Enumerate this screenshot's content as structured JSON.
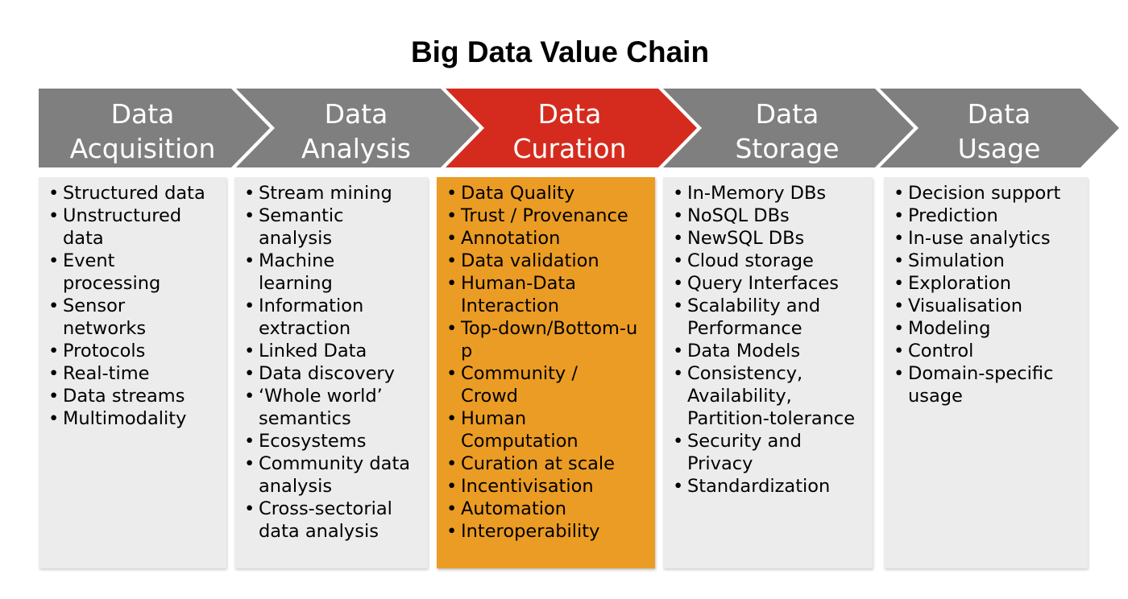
{
  "title": "Big Data Value Chain",
  "colors": {
    "stage_gray": "#7f7f7f",
    "stage_highlight": "#d52b1e",
    "panel_gray": "#ececec",
    "panel_highlight": "#eb9c24"
  },
  "stages": [
    {
      "line1": "Data",
      "line2": "Acquisition",
      "items": [
        "Structured data",
        "Unstructured data",
        "Event processing",
        "Sensor networks",
        "Protocols",
        "Real-time",
        "Data streams",
        "Multimodality"
      ]
    },
    {
      "line1": "Data",
      "line2": "Analysis",
      "items": [
        "Stream mining",
        "Semantic analysis",
        "Machine learning",
        "Information extraction",
        "Linked Data",
        "Data discovery",
        "‘Whole world’ semantics",
        "Ecosystems",
        "Community data analysis",
        "Cross-sectorial data analysis"
      ]
    },
    {
      "line1": "Data",
      "line2": "Curation",
      "highlighted": true,
      "items": [
        "Data Quality",
        "Trust / Provenance",
        "Annotation",
        "Data validation",
        "Human-Data Interaction",
        "Top-down/Bottom-up",
        "Community / Crowd",
        "Human Computation",
        "Curation at scale",
        "Incentivisation",
        "Automation",
        "Interoperability"
      ]
    },
    {
      "line1": "Data",
      "line2": "Storage",
      "items": [
        "In-Memory DBs",
        "NoSQL DBs",
        "NewSQL DBs",
        "Cloud storage",
        "Query Interfaces",
        "Scalability and Performance",
        "Data Models",
        "Consistency, Availability, Partition-tolerance",
        "Security and Privacy",
        "Standardization"
      ]
    },
    {
      "line1": "Data",
      "line2": "Usage",
      "items": [
        "Decision support",
        "Prediction",
        "In-use analytics",
        "Simulation",
        "Exploration",
        "Visualisation",
        "Modeling",
        "Control",
        "Domain-specific usage"
      ]
    }
  ]
}
